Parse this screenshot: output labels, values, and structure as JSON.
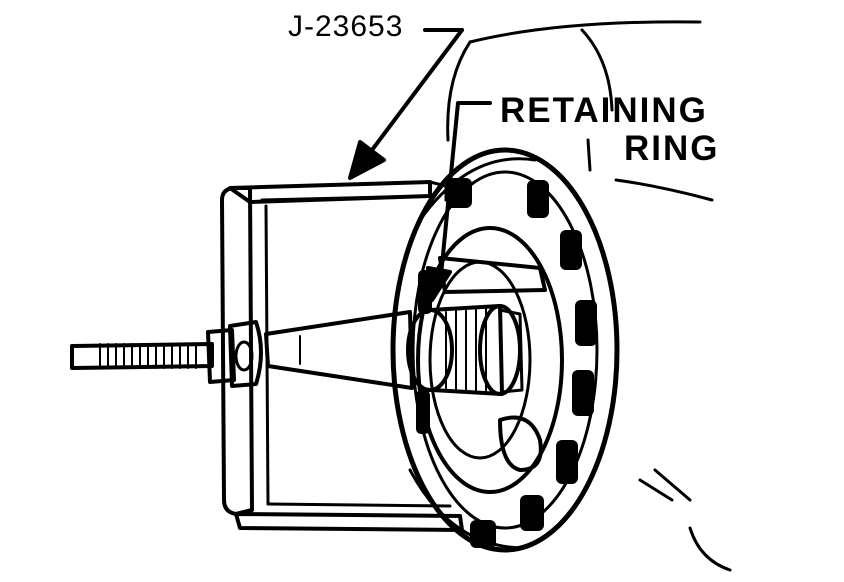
{
  "labels": {
    "tool": "J-23653",
    "retaining_ring_line1": "RETAINING",
    "retaining_ring_line2": "RING"
  },
  "colors": {
    "ink": "#000000",
    "paper": "#ffffff"
  }
}
